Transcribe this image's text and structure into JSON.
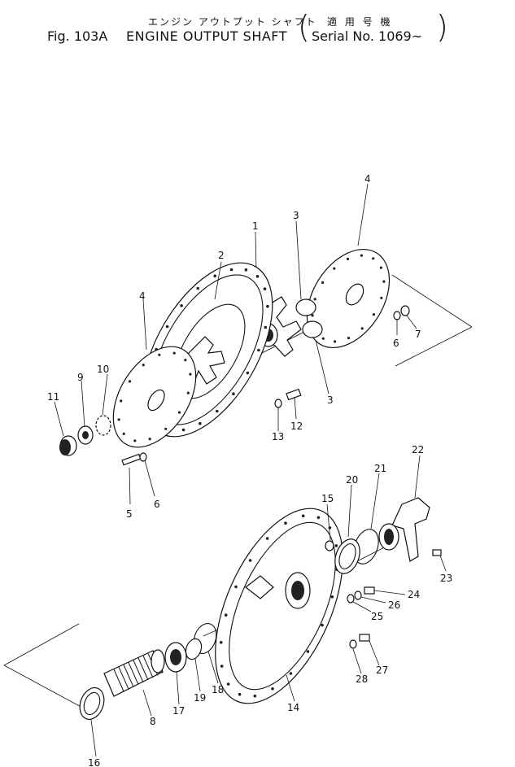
{
  "header": {
    "figure_number": "Fig. 103A",
    "title_japanese": "エンジン アウトプット シャフト",
    "title_english": "ENGINE OUTPUT SHAFT",
    "serial_japanese": "適 用 号 機",
    "serial_english": "Serial No. 1069~"
  },
  "callouts": [
    "1",
    "2",
    "3",
    "3",
    "4",
    "4",
    "5",
    "6",
    "6",
    "7",
    "8",
    "9",
    "10",
    "11",
    "12",
    "13",
    "14",
    "15",
    "16",
    "17",
    "18",
    "19",
    "20",
    "21",
    "22",
    "23",
    "24",
    "25",
    "26",
    "27",
    "28"
  ]
}
